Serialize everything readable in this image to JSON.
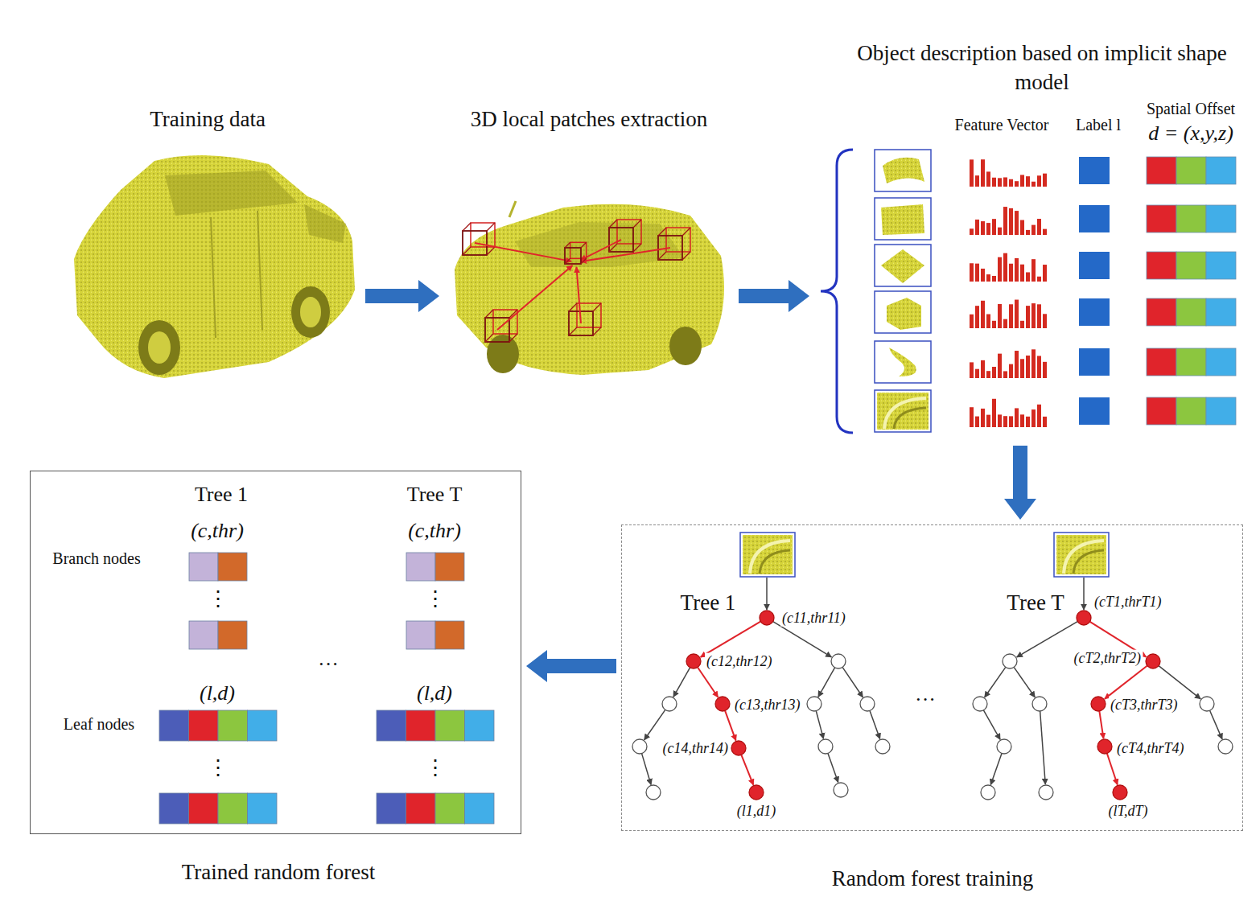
{
  "diagram": {
    "nodes": [
      {
        "text": [
          "Training data"
        ]
      },
      {
        "text": [
          "3D local patches extraction"
        ]
      },
      {
        "text": [
          "Object description based on implicit shape model"
        ]
      },
      {
        "text": [
          "Random forest training"
        ]
      },
      {
        "text": [
          "Trained random forest"
        ]
      }
    ],
    "edges": [
      {
        "from": 0,
        "to": 1,
        "arrow": "to"
      },
      {
        "from": 1,
        "to": 2,
        "arrow": "to"
      },
      {
        "from": 2,
        "to": 3,
        "arrow": "to"
      },
      {
        "from": 3,
        "to": 4,
        "arrow": "to"
      }
    ],
    "labels": [
      "Feature Vector",
      "Label l",
      "Spatial Offset",
      "d = (x,y,z)",
      "Tree 1",
      "(c11,thr11)",
      "(c12,thr12)",
      "(c13,thr13)",
      "(c14,thr14)",
      "(l1,d1)",
      "···",
      "Tree T",
      "(cT1,thrT1)",
      "(cT2,thrT2)",
      "(cT3,thrT3)",
      "(cT4,thrT4)",
      "(lT,dT)",
      "Tree 1",
      "Tree T",
      "Branch nodes",
      "(c,thr)",
      "(c,thr)",
      "⋮",
      "⋮",
      "···",
      "Leaf nodes",
      "(l,d)",
      "(l,d)",
      "⋮",
      "⋮"
    ]
  }
}
